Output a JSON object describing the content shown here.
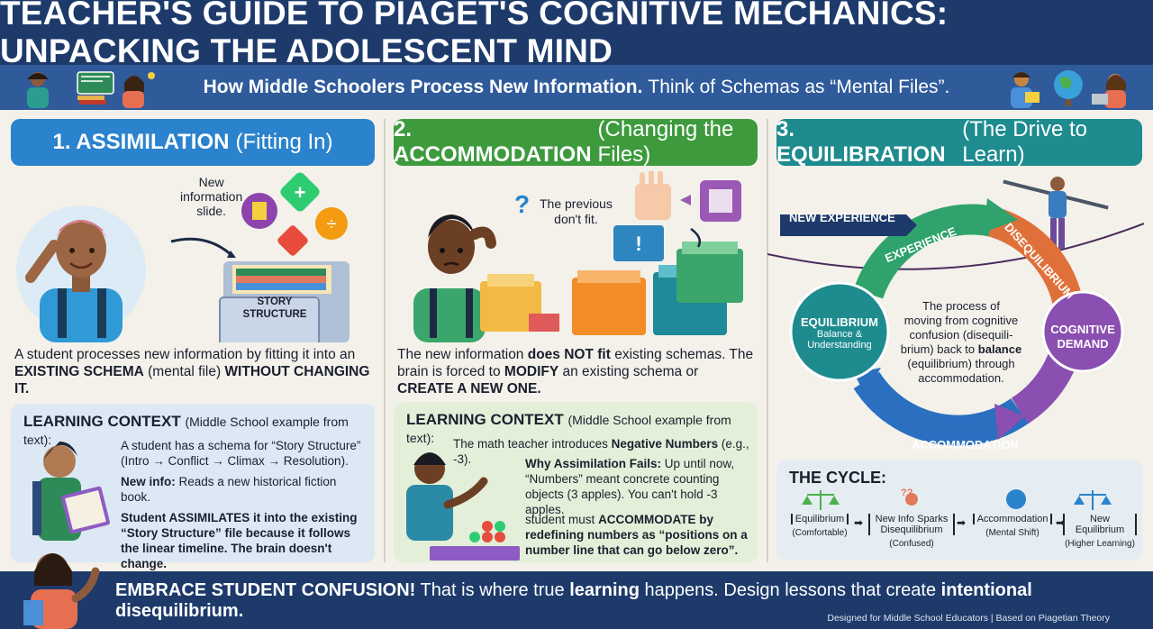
{
  "title": "TEACHER'S GUIDE TO PIAGET'S COGNITIVE MECHANICS: UNPACKING THE ADOLESCENT MIND",
  "subtitle": {
    "bold": "How Middle Schoolers Process New Information.",
    "rest": "Think of Schemas as “Mental Files”."
  },
  "assimilation": {
    "number_title": "1. ASSIMILATION",
    "paren": "(Fitting In)",
    "callout": [
      "New",
      "information",
      "slide."
    ],
    "cabinet_label": [
      "STORY",
      "STRUCTURE"
    ],
    "desc_start": "A student processes new information by fitting it into an",
    "desc_bold1": "EXISTING SCHEMA",
    "desc_mid": "(mental file)",
    "desc_bold2": "WITHOUT CHANGING IT.",
    "context_title": "LEARNING CONTEXT",
    "context_sub": "(Middle School example from text):",
    "ctx_line1": "A student has a schema for “Story Structure”",
    "ctx_line2": "(Intro → Conflict → Climax → Resolution).",
    "ctx_newinfo_bold": "New info:",
    "ctx_newinfo": "Reads a new historical fiction book.",
    "ctx_conclusion": "Student ASSIMILATES it into the existing “Story Structure” file because it follows the linear timeline. The brain doesn't change."
  },
  "accommodation": {
    "number_title": "2. ACCOMMODATION",
    "paren": "(Changing the Files)",
    "callout": [
      "The previous",
      "don't fit."
    ],
    "desc_start": "The new information",
    "desc_bold1": "does NOT fit",
    "desc_mid": "existing schemas. The brain is forced to",
    "desc_bold2": "MODIFY",
    "desc_mid2": "an existing schema or",
    "desc_bold3": "CREATE A NEW ONE.",
    "context_title": "LEARNING CONTEXT",
    "context_sub": "(Middle School example from text):",
    "ctx_intro": "The math teacher introduces",
    "ctx_intro_bold": "Negative Numbers",
    "ctx_intro_end": "(e.g., -3).",
    "ctx_why_bold": "Why Assimilation Fails:",
    "ctx_why": "Up until now, “Numbers” meant concrete counting objects (3 apples). You can't hold -3 apples.",
    "ctx_student": "student must",
    "ctx_student_bold": "ACCOMMODATE by redefining numbers as “positions on a number line that can go below zero”."
  },
  "equilibration": {
    "number_title": "3. EQUILIBRATION",
    "paren": "(The Drive to Learn)",
    "new_experience": "NEW EXPERIENCE",
    "arc_experience": "EXPERIENCE",
    "arc_disequilibrium": "DISEQUILIBRIUM",
    "arc_accommodation": "ACCOMMODATION",
    "equilibrium": "EQUILIBRIUM",
    "equilibrium_sub": [
      "Balance &",
      "Understanding"
    ],
    "cognitive_demand": [
      "COGNITIVE",
      "DEMAND"
    ],
    "center_text": [
      "The process of",
      "moving from cognitive",
      "confusion (disequili-",
      "brium) back to"
    ],
    "center_bold": "balance",
    "center_text2": [
      "(equilibrium) through",
      "accommodation."
    ],
    "cycle_title": "THE CYCLE:",
    "steps": [
      {
        "label": "Equilibrium",
        "sub": "(Comfortable)"
      },
      {
        "label": "New Info Sparks Disequilibrium",
        "sub": "(Confused)"
      },
      {
        "label": "Accommodation",
        "sub": "(Mental Shift)"
      },
      {
        "label": "New Equilibrium",
        "sub": "(Higher Learning)"
      }
    ]
  },
  "footer": {
    "bold1": "EMBRACE STUDENT CONFUSION!",
    "text1": "That is where true",
    "bold2": "learning",
    "text2": "happens. Design lessons that create",
    "bold3": "intentional disequilibrium.",
    "credit": "Designed for Middle School Educators | Based on Piagetian Theory"
  },
  "colors": {
    "navy": "#1d3a6b",
    "blue_header": "#2a83cc",
    "green_header": "#3d9a3d",
    "teal_header": "#1e8b8f"
  }
}
